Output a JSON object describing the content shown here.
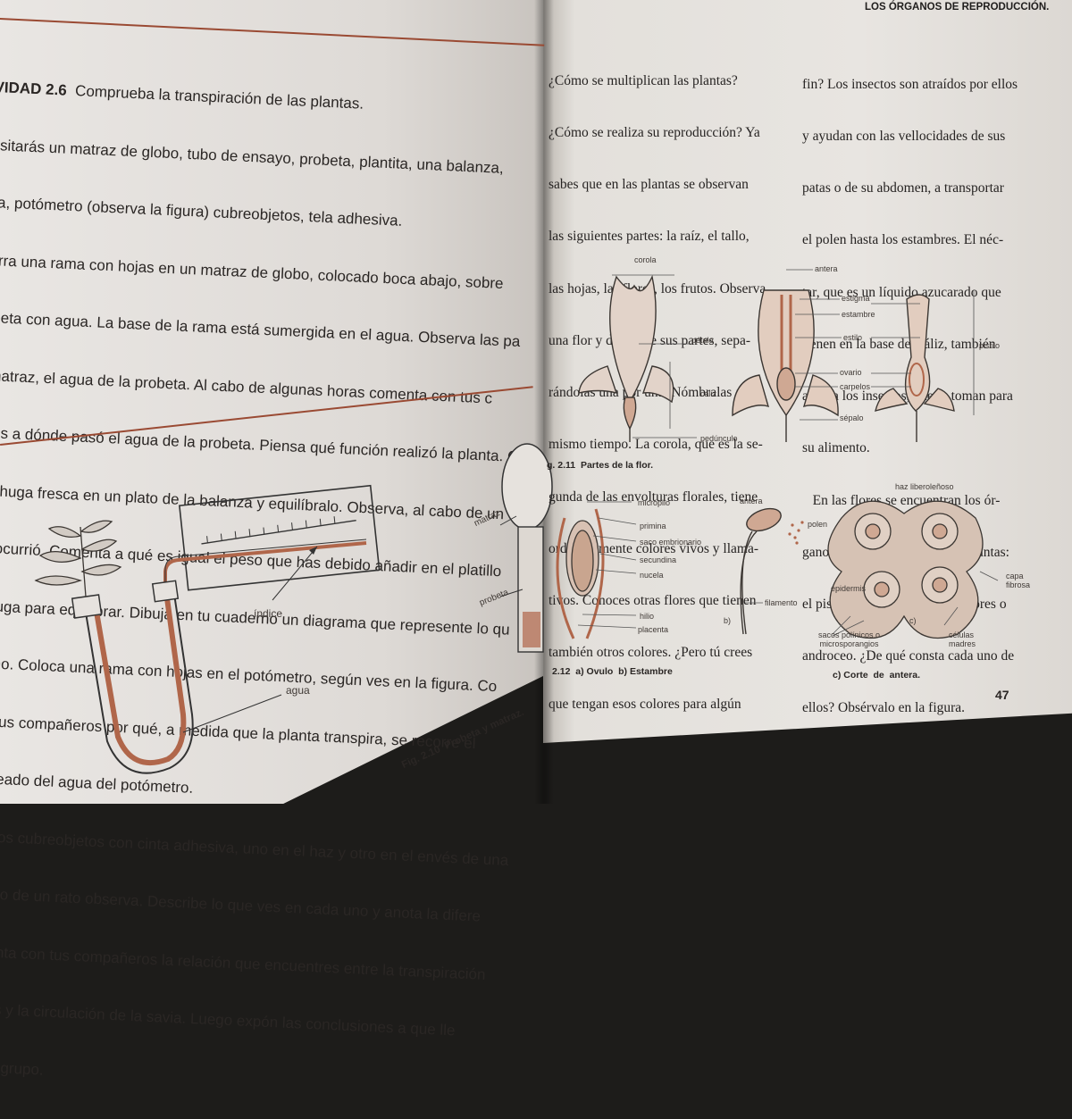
{
  "activity": {
    "title": "VIDAD 2.6",
    "heading": "Comprueba la transpiración de las plantas.",
    "lines": [
      "esitarás un matraz de globo, tubo de ensayo, probeta, plantita, una balanza,",
      "ga, potómetro (observa la figura) cubreobjetos, tela adhesiva.",
      "ierra una rama con hojas en un matraz de globo, colocado boca abajo, sobre",
      "obeta con agua. La base de la rama está sumergida en el agua. Observa las pa",
      "l matraz, el agua de la probeta. Al cabo de algunas horas comenta con tus c",
      "eros a dónde pasó el agua de la probeta. Piensa qué función realizó la planta. C",
      " lechuga fresca en un plato de la balanza y equilíbralo. Observa, al cabo de un",
      "ué ocurrió. Comenta a qué es igual el peso que has debido añadir en el platillo",
      "echuga para equilibrar. Dibuja en tu cuaderno un diagrama que represente lo qu",
      "hecho. Coloca una rama con hojas en el potómetro, según ves en la figura. Co",
      "con tus compañeros por qué, a medida que la planta transpira, se recorre el",
      "coloreado del agua del potómetro.",
      "Fija dos cubreobjetos con cinta adhesiva, uno en el haz y otro en el envés de una",
      "Al cabo de un rato observa. Describe lo que ves en cada uno y anota la difere",
      "Comenta con tus compañeros la relación que encuentres entre la transpiración",
      "plantas y la circulación de la savia. Luego expón las conclusiones a que lle",
      "ante tu grupo."
    ]
  },
  "left_figure": {
    "labels": {
      "index": "índice",
      "water": "agua",
      "flask": "matraz",
      "cylinder": "probeta"
    },
    "caption": "Fig. 2.10  Probeta y matraz."
  },
  "right_page": {
    "header": "LOS ÓRGANOS DE REPRODUCCIÓN.",
    "col1": [
      "¿Cómo se multiplican las plantas?",
      "¿Cómo se realiza su reproducción? Ya",
      "sabes que en las plantas se observan",
      "las siguientes partes: la raíz, el tallo,",
      "las hojas, las flores, los frutos. Observa",
      "una flor y distingue sus partes, sepa-",
      "rándolas una por una. Nómbralas al",
      "mismo tiempo. La corola, que es la se-",
      "gunda de las envolturas florales, tiene",
      "ordinariamente colores vivos y llama-",
      "tivos. Conoces otras flores que tienen",
      "también otros colores. ¿Pero tú crees",
      "que tengan esos colores para algún"
    ],
    "col2": [
      "fin? Los insectos son atraídos por ellos",
      "y ayudan con las vellocidades de sus",
      "patas o de su abdomen, a transportar",
      "el polen hasta los estambres. El néc-",
      "tar, que es un líquido azucarado que",
      "tienen en la base del cáliz, también",
      "atrae a los insectos, que lo toman para",
      "su alimento.",
      "   En las flores se encuentran los ór-",
      "ganos de reproducción de las plantas:",
      "el pistilo o gineceo y los estambres o",
      "androceo. ¿De qué consta cada uno de",
      "ellos? Obsérvalo en la figura."
    ],
    "flower_labels": {
      "corola": "corola",
      "petalo": "pétalo",
      "caliz": "cáliz",
      "pedunculo": "pedúnculo",
      "antera": "antera",
      "estigma": "estigma",
      "estambre": "estambre",
      "estilo": "estilo",
      "ovario": "ovario",
      "carpelos": "carpelos",
      "sepalo": "sépalo",
      "pistilo": "pistilo"
    },
    "fig211": "g. 2.11  Partes de la flor.",
    "ovule_labels": {
      "micropilo": "micrópilo",
      "primina": "primina",
      "saco": "saco embrionario",
      "secundina": "secundina",
      "nucela": "nucela",
      "hilio": "hilio",
      "placenta": "placenta"
    },
    "stamen_labels": {
      "antera": "antera",
      "polen": "polen",
      "filamento": "filamento",
      "b": "b)"
    },
    "anther_labels": {
      "haz": "haz liberoleñoso",
      "epidermis": "epidermis",
      "capa": "capa\nfibrosa",
      "sacos": "sacos polínicos o\nmicrosporangios",
      "celulas": "células\nmadres",
      "c": "c)"
    },
    "fig212": "2.12  a) Ovulo  b) Estambre",
    "fig212c": "c) Corte  de  antera.",
    "page_number": "47"
  },
  "colors": {
    "rule": "#9a4a33",
    "accent": "#b0664a"
  }
}
